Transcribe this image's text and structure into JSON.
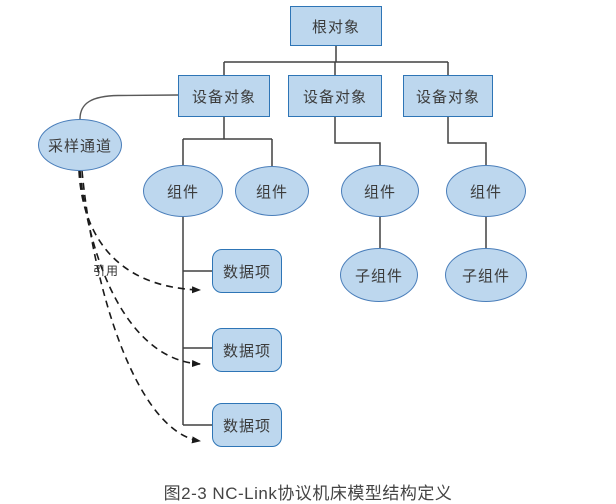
{
  "figure": {
    "caption": "图2-3 NC-Link协议机床模型结构定义",
    "edge_label": "引用"
  },
  "nodes": {
    "root": "根对象",
    "device1": "设备对象",
    "device2": "设备对象",
    "device3": "设备对象",
    "channel": "采样通道",
    "comp1": "组件",
    "comp2": "组件",
    "comp3": "组件",
    "comp4": "组件",
    "data1": "数据项",
    "data2": "数据项",
    "data3": "数据项",
    "sub1": "子组件",
    "sub2": "子组件"
  },
  "colors": {
    "node_fill": "#BDD7EE",
    "rect_border": "#2E75B6",
    "ellipse_border": "#4A7EBA",
    "line_color": "#404040",
    "curve_color": "#595959",
    "arrow_color": "#1a1a1a",
    "text_color": "#3b3b3b",
    "caption_color": "#444444"
  }
}
